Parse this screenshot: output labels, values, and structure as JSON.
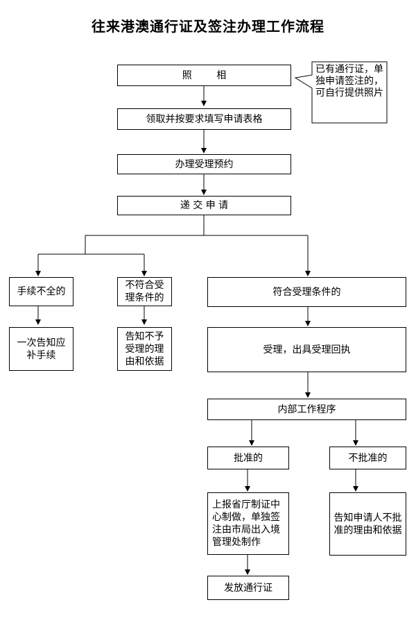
{
  "title": "往来港澳通行证及签注办理工作流程",
  "steps": {
    "photo": "照        相",
    "fill_form": "领取并按要求填写申请表格",
    "appointment": "办理受理预约",
    "submit": "递 交 申 请",
    "incomplete": "手续不全的",
    "notify_once": "一次告知应补手续",
    "not_eligible": "不符合受理条件的",
    "notify_reason": "告知不予受理的理由和依据",
    "eligible": "符合受理条件的",
    "accept_receipt": "受理，出具受理回执",
    "internal": "内部工作程序",
    "approved": "批准的",
    "not_approved": "不批准的",
    "report_production": "上报省厅制证中心制做，单独签注由市局出入境管理处制作",
    "notify_applicant": "告知申请人不批准的理由和依据",
    "issue": "发放通行证"
  },
  "note": "已有通行证，单独申请签注的，可自行提供照片"
}
